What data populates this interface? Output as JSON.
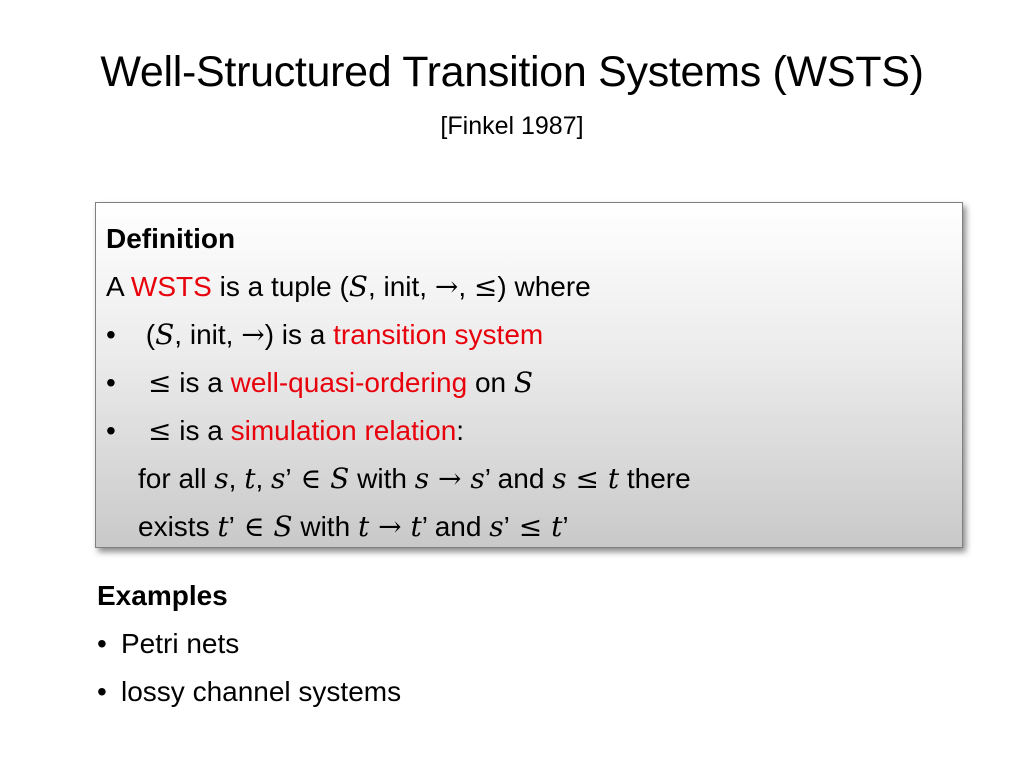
{
  "slide": {
    "title": "Well-Structured Transition Systems (WSTS)",
    "subtitle": "[Finkel 1987]"
  },
  "definition": {
    "heading": "Definition",
    "intro": {
      "prefix": "A ",
      "term": "WSTS",
      "mid": " is a tuple (",
      "S": "S",
      "sep1": ", init, ",
      "arrow": "→",
      "sep2": ", ",
      "leq": "≤",
      "suffix": ") where"
    },
    "bullet_char": "•",
    "bullet1": {
      "open": " (",
      "S": "S",
      "mid": ", init, ",
      "arrow": "→",
      "text": ") is a ",
      "term": "transition system"
    },
    "bullet2": {
      "leq": "≤",
      "text": " is a ",
      "term": "well-quasi-ordering",
      "on": " on ",
      "S": "S"
    },
    "bullet3": {
      "leq": "≤",
      "text": " is a ",
      "term": "simulation relation",
      "colon": ":"
    },
    "cond1": {
      "t1": "for all ",
      "s": "s",
      "c1": ", ",
      "t": "t",
      "c2": ", ",
      "s2": "s",
      "prime": "’",
      "in": " ∈ ",
      "S": "S",
      "t2": " with ",
      "s3": "s",
      "arrow": " → ",
      "s4": "s",
      "prime2": "’",
      "t3": " and ",
      "s5": "s",
      "leq": " ≤ ",
      "t4": "t",
      "t5": " there"
    },
    "cond2": {
      "t1": "exists ",
      "t": "t",
      "prime": "’",
      "in": " ∈ ",
      "S": "S",
      "t2": " with ",
      "ta": "t",
      "arrow": " → ",
      "tb": "t",
      "prime2": "’",
      "t3": " and ",
      "s": "s",
      "prime3": "’",
      "leq": " ≤ ",
      "tc": "t",
      "prime4": "’"
    }
  },
  "examples": {
    "heading": "Examples",
    "bullet_char": "•",
    "items": [
      "Petri nets",
      "lossy channel systems"
    ]
  },
  "colors": {
    "highlight": "#e8000b",
    "text": "#000000"
  }
}
